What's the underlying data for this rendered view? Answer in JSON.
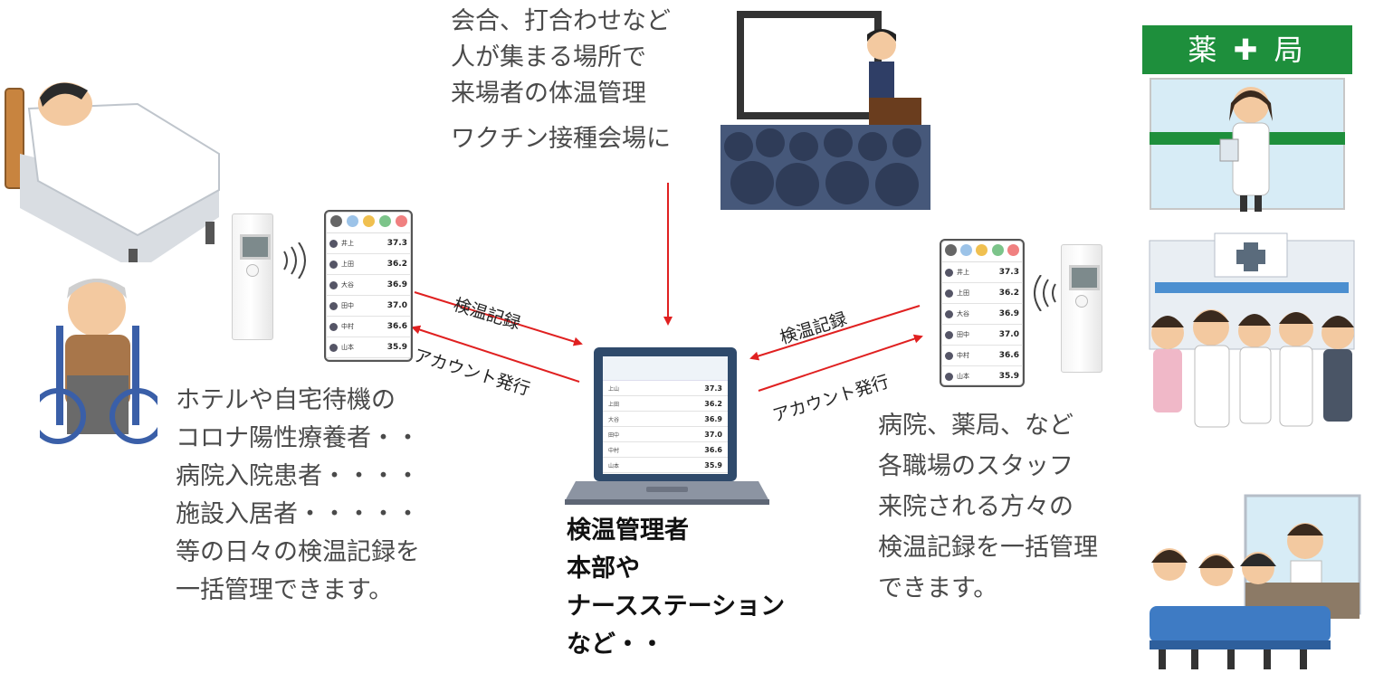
{
  "top_text": {
    "line1": "会合、打合わせなど",
    "line2": "人が集まる場所で",
    "line3": "来場者の体温管理",
    "line4": "ワクチン接種会場に"
  },
  "left_text": {
    "line1": "ホテルや自宅待機の",
    "line2": "コロナ陽性療養者・・",
    "line3": "病院入院患者・・・・",
    "line4": "施設入居者・・・・・",
    "line5": "等の日々の検温記録を",
    "line6": "一括管理できます。"
  },
  "right_text": {
    "line1": "病院、薬局、など",
    "line2": "各職場のスタッフ",
    "line3": "来院される方々の",
    "line4": "検温記録を一括管理",
    "line5": "できます。"
  },
  "center_text": {
    "line1": "検温管理者",
    "line2": "本部や",
    "line3": "ナースステーション",
    "line4": "など・・"
  },
  "arrows": {
    "left_record": "検温記録",
    "left_account": "アカウント発行",
    "right_record": "検温記録",
    "right_account": "アカウント発行"
  },
  "pharmacy_sign": "薬 ✚ 局",
  "phone_temps": [
    "37.3",
    "36.2",
    "36.9",
    "37.0",
    "36.6",
    "35.9"
  ],
  "colors": {
    "arrow": "#e02020",
    "pharmacy_green": "#1e8f3c",
    "text": "#4a4a4a"
  }
}
